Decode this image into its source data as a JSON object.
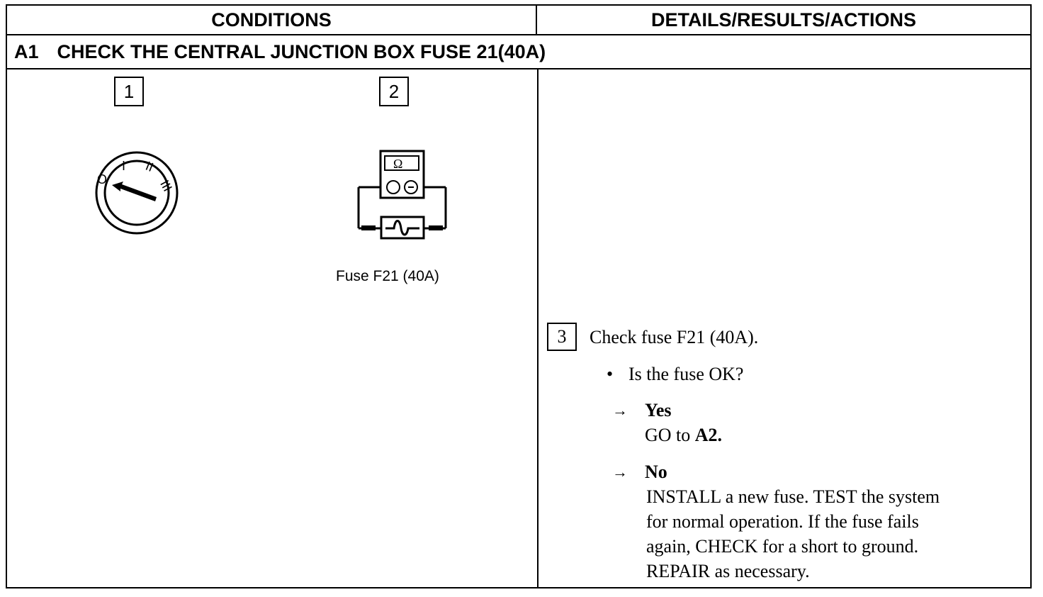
{
  "header": {
    "conditions": "CONDITIONS",
    "details": "DETAILS/RESULTS/ACTIONS"
  },
  "step": {
    "code": "A1",
    "title": "CHECK THE CENTRAL JUNCTION BOX FUSE 21(40A)"
  },
  "conditions": {
    "box1": "1",
    "box2": "2",
    "ignition_positions": [
      "O",
      "I",
      "II",
      "III"
    ],
    "ohmmeter_symbol": "Ω",
    "fuse_caption": "Fuse F21 (40A)"
  },
  "details": {
    "box3": "3",
    "instruction": "Check fuse F21 (40A).",
    "bullet": "•",
    "question": "Is the fuse OK?",
    "arrow": "→",
    "yes_label": "Yes",
    "yes_action_prefix": "GO to",
    "yes_action_target": "A2.",
    "no_label": "No",
    "no_action_lines": [
      "INSTALL a new fuse. TEST the system",
      "for normal operation. If the fuse fails",
      "again, CHECK for a short to ground.",
      "REPAIR as necessary."
    ]
  }
}
